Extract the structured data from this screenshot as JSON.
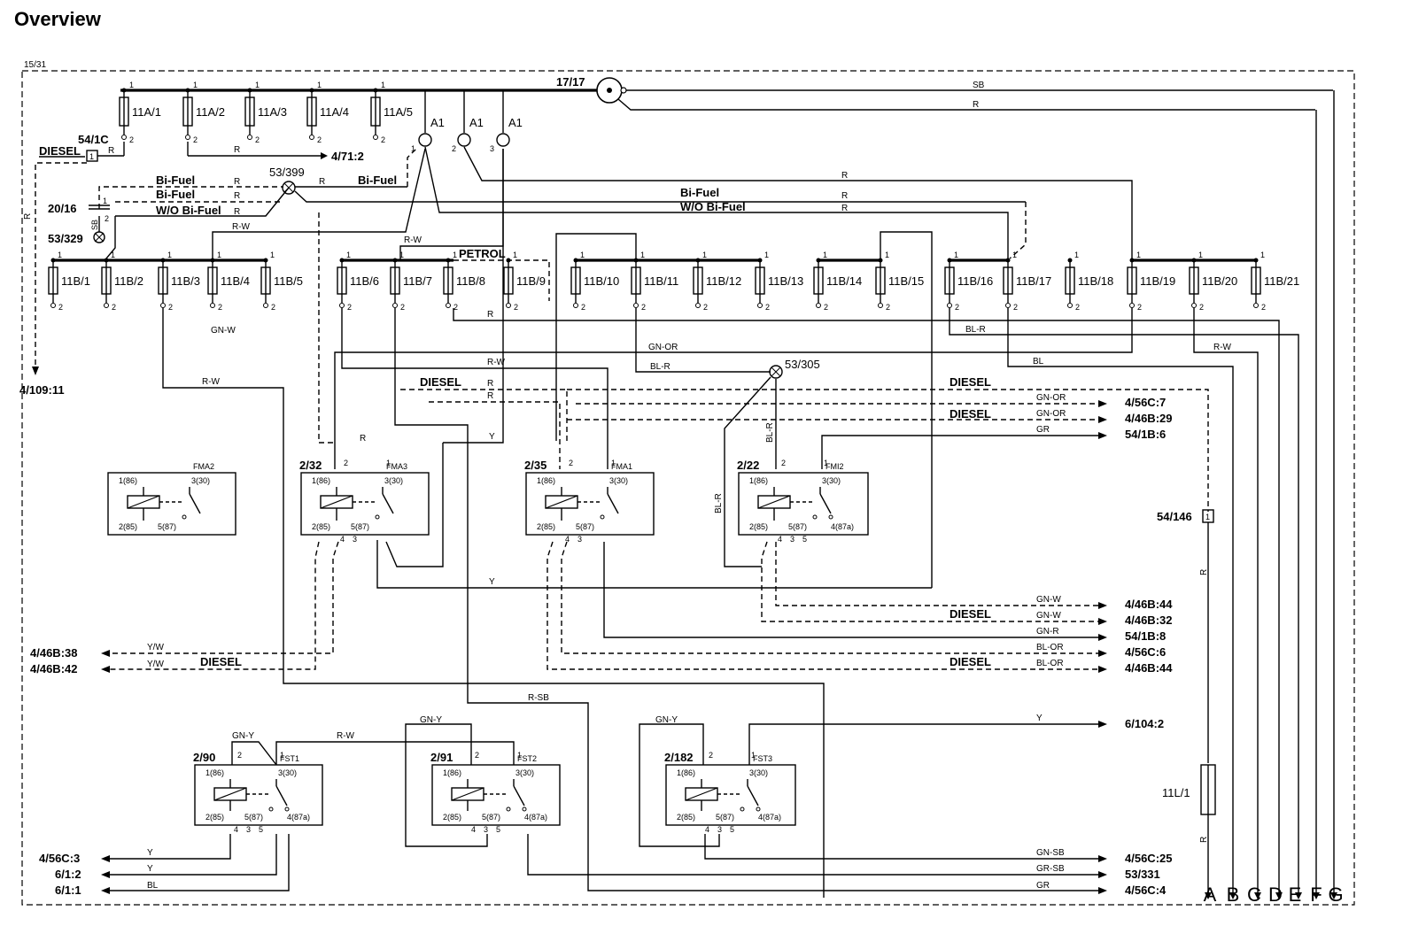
{
  "title": "Overview",
  "frame_label": "15/31",
  "supply_label": "17/17",
  "fuses_a": [
    {
      "name": "11A/1",
      "top": "1",
      "bottom": "2"
    },
    {
      "name": "11A/2",
      "top": "1",
      "bottom": "2"
    },
    {
      "name": "11A/3",
      "top": "1",
      "bottom": "2"
    },
    {
      "name": "11A/4",
      "top": "1",
      "bottom": "2"
    },
    {
      "name": "11A/5",
      "top": "1",
      "bottom": "2"
    }
  ],
  "fuses_b": [
    {
      "name": "11B/1"
    },
    {
      "name": "11B/2"
    },
    {
      "name": "11B/3"
    },
    {
      "name": "11B/4"
    },
    {
      "name": "11B/5"
    },
    {
      "name": "11B/6"
    },
    {
      "name": "11B/7"
    },
    {
      "name": "11B/8"
    },
    {
      "name": "11B/9"
    },
    {
      "name": "11B/10"
    },
    {
      "name": "11B/11"
    },
    {
      "name": "11B/12"
    },
    {
      "name": "11B/13"
    },
    {
      "name": "11B/14"
    },
    {
      "name": "11B/15"
    },
    {
      "name": "11B/16"
    },
    {
      "name": "11B/17"
    },
    {
      "name": "11B/18"
    },
    {
      "name": "11B/19"
    },
    {
      "name": "11B/20"
    },
    {
      "name": "11B/21"
    }
  ],
  "pin_top": "1",
  "pin_bottom": "2",
  "pin_three": "3",
  "connector_a1": "A1",
  "labels": {
    "c54_1c": "54/1C",
    "diesel": "DIESEL",
    "one": "1",
    "r": "R",
    "sb": "SB",
    "bi_fuel": "Bi-Fuel",
    "wo_bi_fuel": "W/O Bi-Fuel",
    "petrol": "PETROL",
    "c20_16": "20/16",
    "c53_329": "53/329",
    "c53_399": "53/399",
    "c53_305": "53/305",
    "c54_146": "54/146",
    "fuse_11l1": "11L/1",
    "r_w": "R-W",
    "gn_w": "GN-W",
    "gn_or": "GN-OR",
    "bl_r": "BL-R",
    "bl": "BL",
    "y": "Y",
    "gr": "GR",
    "y_w": "Y/W",
    "r_sb": "R-SB",
    "gn_y": "GN-Y",
    "gn_r": "GN-R",
    "bl_or": "BL-OR",
    "gn_sb": "GN-SB",
    "gr_sb": "GR-SB"
  },
  "refs": {
    "c4_71_2": "4/71:2",
    "c4_109_11": "4/109:11",
    "c4_56c_7": "4/56C:7",
    "c4_46b_29": "4/46B:29",
    "c54_1b_6": "54/1B:6",
    "c4_46b_44a": "4/46B:44",
    "c4_46b_32": "4/46B:32",
    "c54_1b_8": "54/1B:8",
    "c4_56c_6": "4/56C:6",
    "c4_46b_44b": "4/46B:44",
    "c4_46b_38": "4/46B:38",
    "c4_46b_42": "4/46B:42",
    "c6_104_2": "6/104:2",
    "c4_56c_3": "4/56C:3",
    "c6_1_2": "6/1:2",
    "c6_1_1": "6/1:1",
    "c4_56c_25": "4/56C:25",
    "c53_331": "53/331",
    "c4_56c_4": "4/56C:4"
  },
  "relays": [
    {
      "id": "",
      "name": "FMA2",
      "p1": "1(86)",
      "p2": "2(85)",
      "p3": "3(30)",
      "p5": "5(87)",
      "p4": "",
      "pin_a": "",
      "pin_b": ""
    },
    {
      "id": "2/32",
      "name": "FMA3",
      "p1": "1(86)",
      "p2": "2(85)",
      "p3": "3(30)",
      "p5": "5(87)",
      "p4": "",
      "pin_a": "2",
      "pin_b": "1"
    },
    {
      "id": "2/35",
      "name": "FMA1",
      "p1": "1(86)",
      "p2": "2(85)",
      "p3": "3(30)",
      "p5": "5(87)",
      "p4": "",
      "pin_a": "2",
      "pin_b": "1"
    },
    {
      "id": "2/22",
      "name": "FMI2",
      "p1": "1(86)",
      "p2": "2(85)",
      "p3": "3(30)",
      "p5": "5(87)",
      "p4": "4(87a)",
      "pin_a": "2",
      "pin_b": "1"
    },
    {
      "id": "2/90",
      "name": "FST1",
      "p1": "1(86)",
      "p2": "2(85)",
      "p3": "3(30)",
      "p5": "5(87)",
      "p4": "4(87a)",
      "pin_a": "2",
      "pin_b": "1"
    },
    {
      "id": "2/91",
      "name": "FST2",
      "p1": "1(86)",
      "p2": "2(85)",
      "p3": "3(30)",
      "p5": "5(87)",
      "p4": "4(87a)",
      "pin_a": "2",
      "pin_b": "1"
    },
    {
      "id": "2/182",
      "name": "FST3",
      "p1": "1(86)",
      "p2": "2(85)",
      "p3": "3(30)",
      "p5": "5(87)",
      "p4": "4(87a)",
      "pin_a": "2",
      "pin_b": "1"
    }
  ],
  "bottom_pins": [
    "4",
    "3",
    "5"
  ],
  "outputs": [
    "A",
    "B",
    "C",
    "D",
    "E",
    "F",
    "G"
  ]
}
